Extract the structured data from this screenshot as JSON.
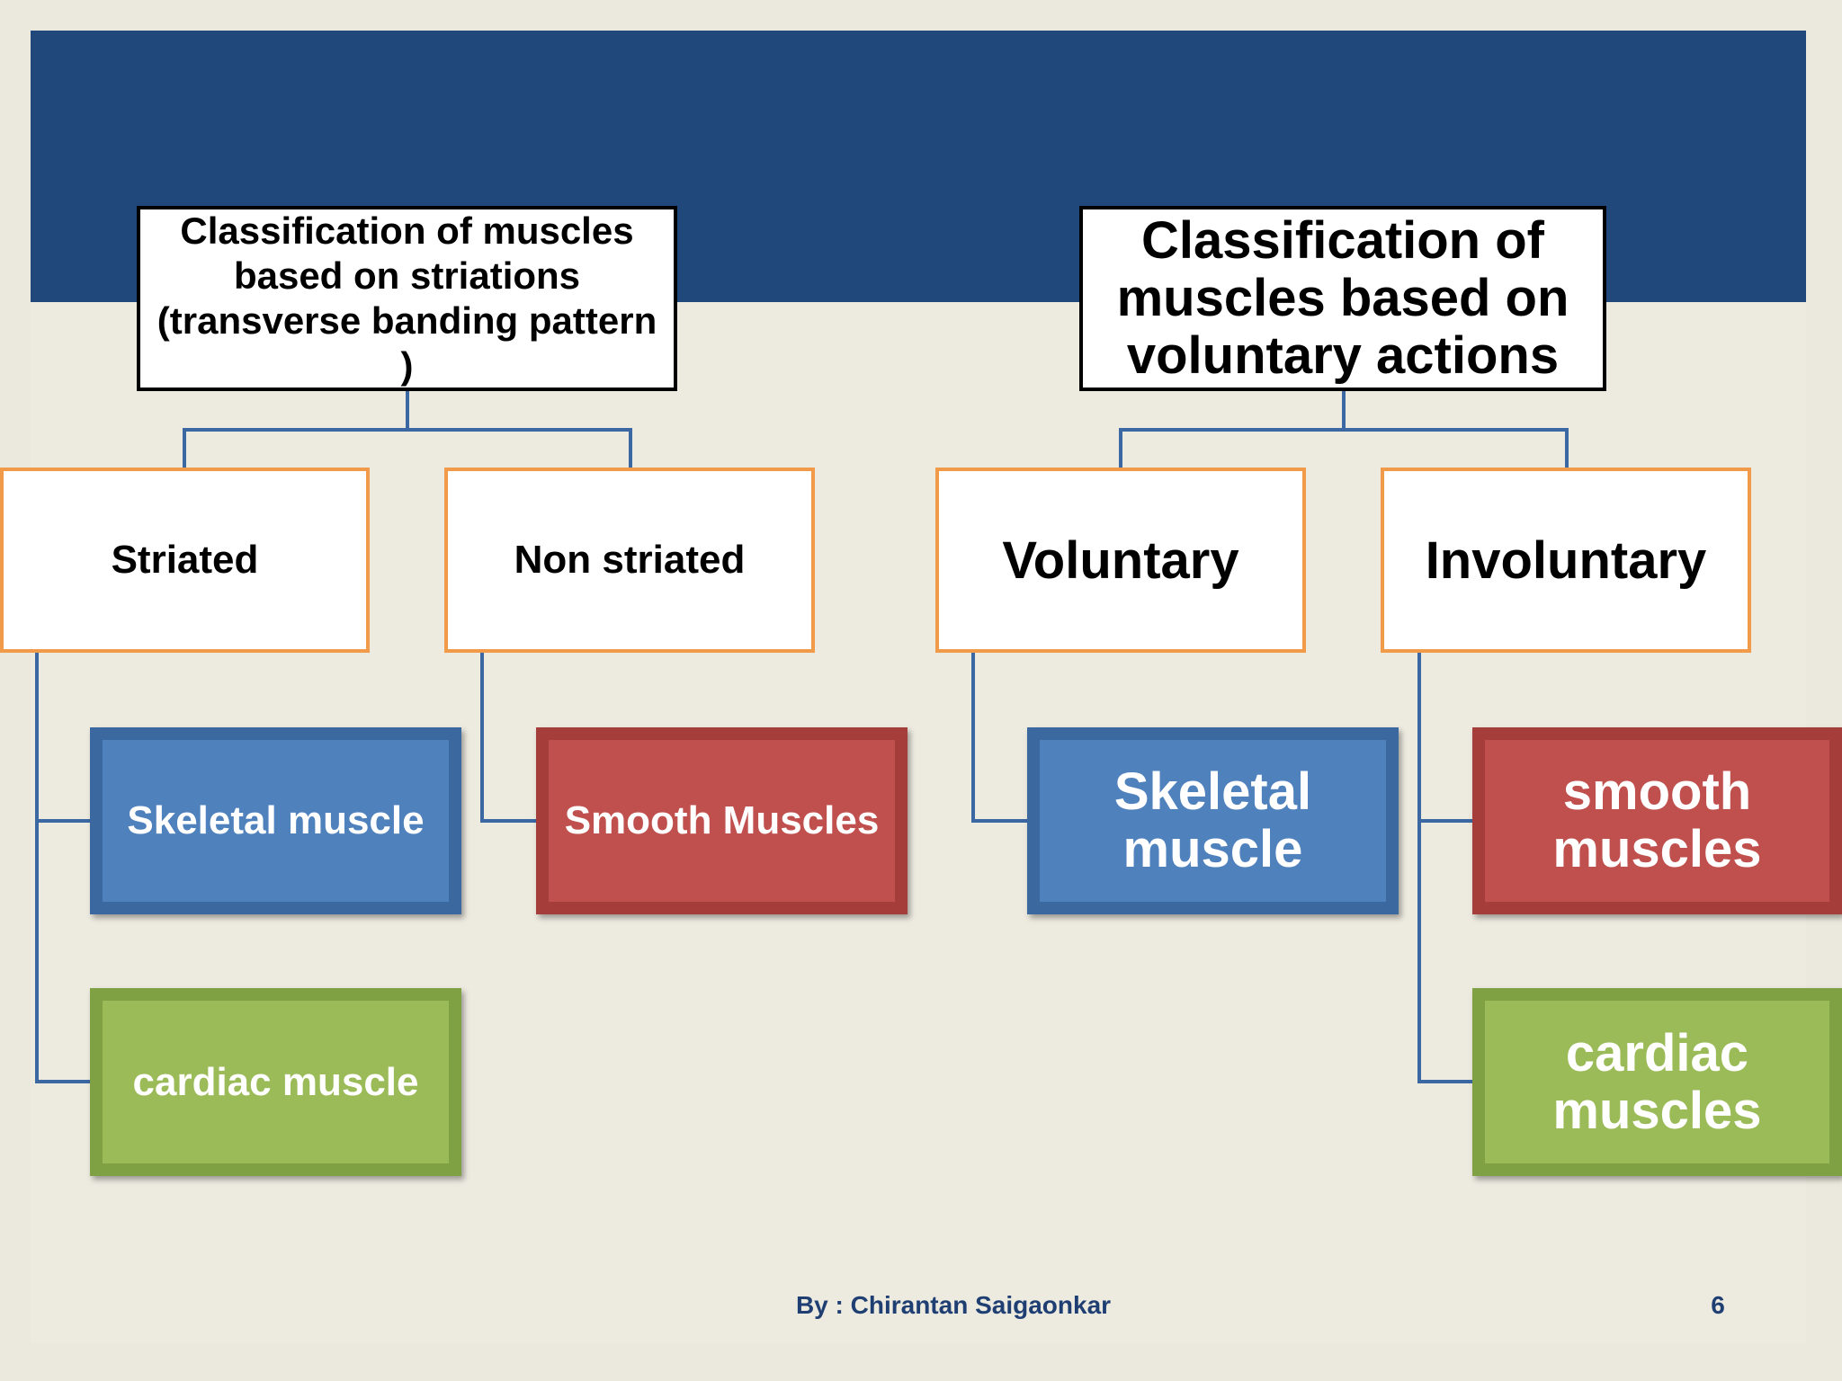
{
  "colors": {
    "header_band": "#20487a",
    "connector": "#3b67a3",
    "category_border": "#f09a4a",
    "leaf_blue": "#4f81bd",
    "leaf_red": "#c0504d",
    "leaf_green": "#9bbb59",
    "footer_text": "#1f3f73"
  },
  "left_tree": {
    "root": "Classification of muscles based on striations (transverse banding pattern )",
    "categories": [
      {
        "label": "Striated",
        "children": [
          "Skeletal muscle",
          "cardiac muscle"
        ]
      },
      {
        "label": "Non striated",
        "children": [
          "Smooth Muscles"
        ]
      }
    ]
  },
  "right_tree": {
    "root": "Classification of muscles based on voluntary actions",
    "categories": [
      {
        "label": "Voluntary",
        "children": [
          "Skeletal muscle"
        ]
      },
      {
        "label": "Involuntary",
        "children": [
          "smooth muscles",
          "cardiac muscles"
        ]
      }
    ]
  },
  "footer": {
    "author": "By : Chirantan Saigaonkar",
    "page_number": "6"
  }
}
